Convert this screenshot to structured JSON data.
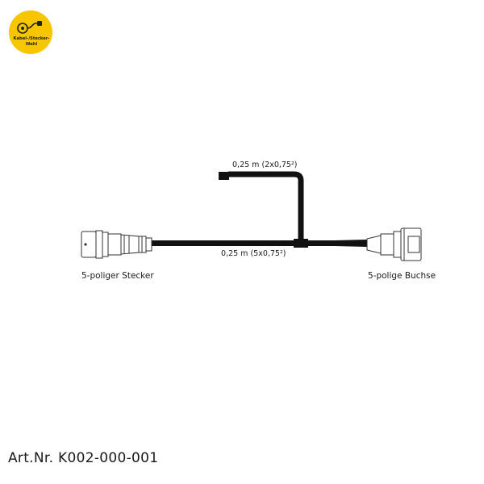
{
  "logo": {
    "text_line1": "Kabel-/Stecker-",
    "text_line2": "Wahl",
    "color": "#F7C600"
  },
  "diagram": {
    "branch_cable_label": "0,25 m (2x0,75²)",
    "main_cable_label": "0,25 m (5x0,75²)",
    "left_connector_label": "5-poliger Stecker",
    "right_connector_label": "5-polige Buchse",
    "cable_color": "#111111"
  },
  "footer": {
    "article_number": "Art.Nr. K002-000-001"
  }
}
